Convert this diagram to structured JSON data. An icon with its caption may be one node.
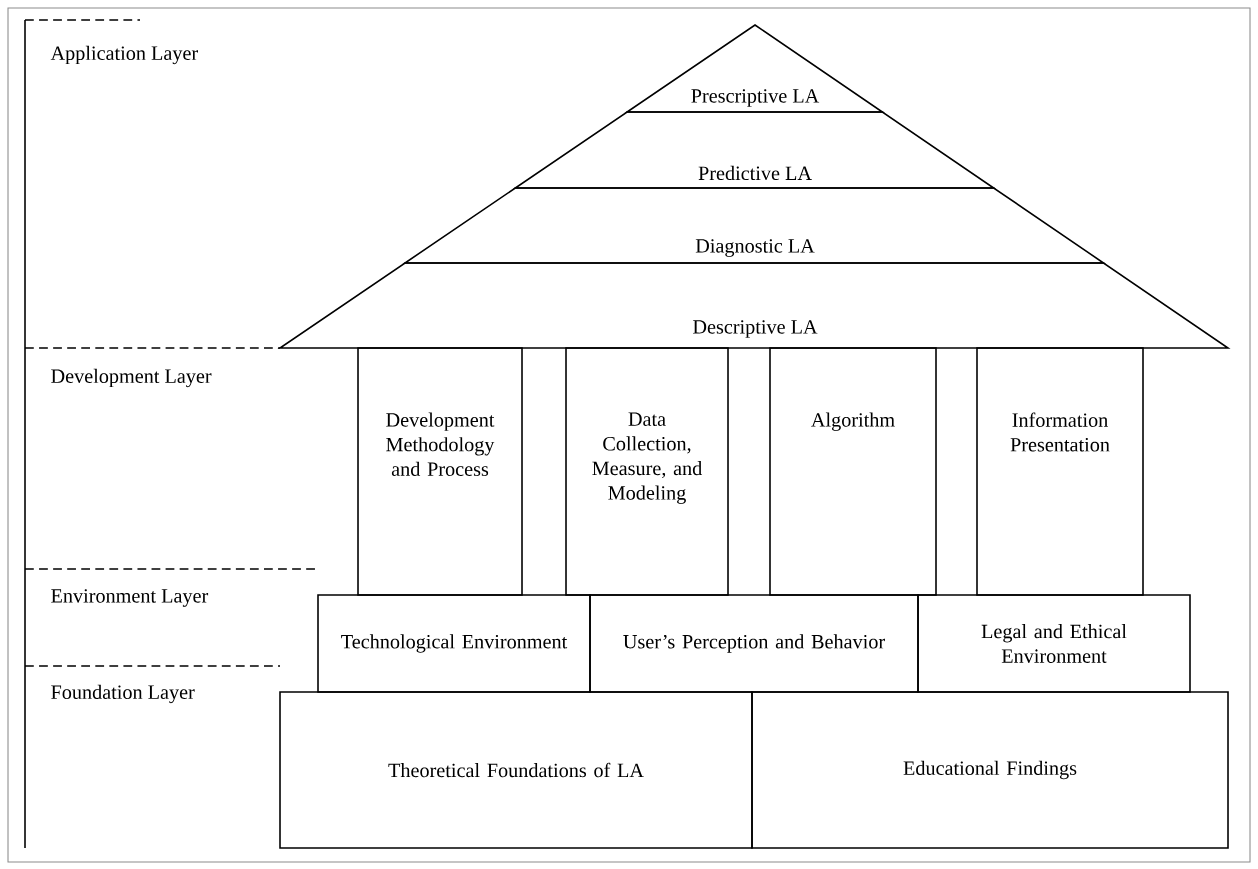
{
  "diagram": {
    "nodes": [
      {
        "text": [
          "Prescriptive LA"
        ]
      },
      {
        "text": [
          "Predictive LA"
        ]
      },
      {
        "text": [
          "Diagnostic LA"
        ]
      },
      {
        "text": [
          "Descriptive LA"
        ]
      },
      {
        "text": [
          "Development Methodology and Process"
        ]
      },
      {
        "text": [
          "Data Collection, Measure, and Modeling"
        ]
      },
      {
        "text": [
          "Algorithm"
        ]
      },
      {
        "text": [
          "Information Presentation"
        ]
      },
      {
        "text": [
          "Technological Environment"
        ]
      },
      {
        "text": [
          "User’s Perception and Behavior"
        ]
      },
      {
        "text": [
          "Legal and Ethical Environment"
        ]
      },
      {
        "text": [
          "Theoretical Foundations of LA"
        ]
      },
      {
        "text": [
          "Educational Findings"
        ]
      }
    ],
    "labels": [
      "Application Layer",
      "Development Layer",
      "Environment Layer",
      "Foundation Layer"
    ]
  }
}
